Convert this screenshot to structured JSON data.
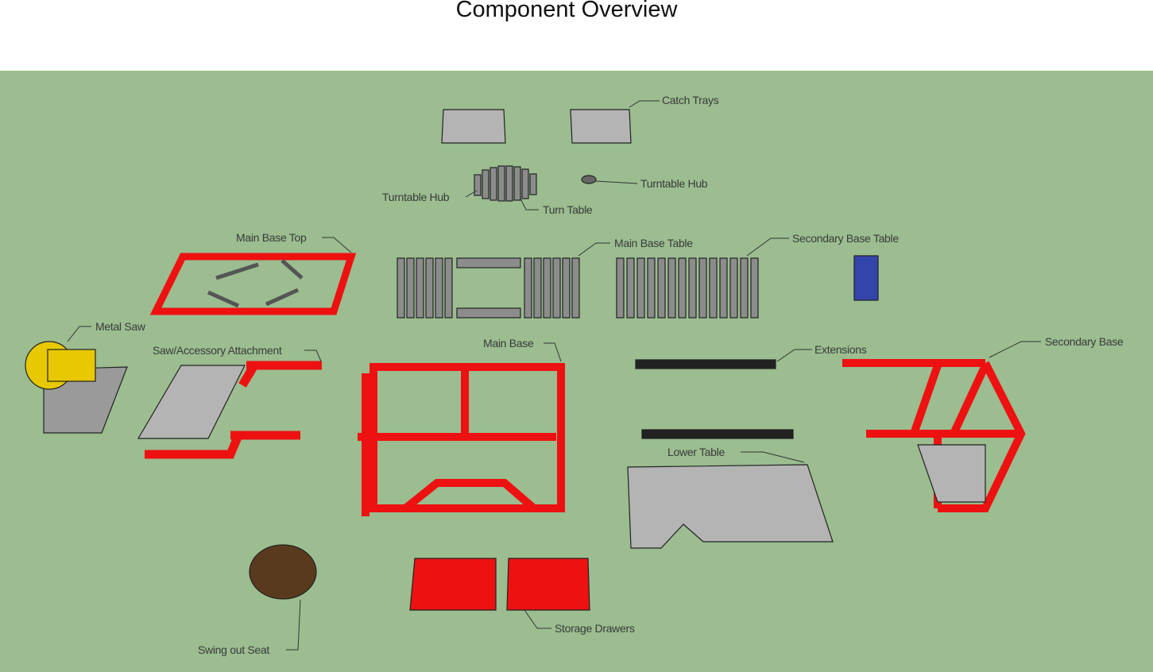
{
  "title": "Component Overview",
  "colors": {
    "background": "#9bbd90",
    "frame": "#ee1111",
    "panel": "#b4b4b4",
    "slat": "#8c8c8c"
  },
  "labels": {
    "catch_trays": "Catch Trays",
    "turntable_hub_left": "Turntable Hub",
    "turntable_hub_right": "Turntable Hub",
    "turn_table": "Turn Table",
    "main_base_top": "Main Base Top",
    "main_base_table": "Main Base Table",
    "secondary_base_table": "Secondary Base Table",
    "metal_saw": "Metal Saw",
    "saw_accessory_attachment": "Saw/Accessory Attachment",
    "main_base": "Main Base",
    "extensions": "Extensions",
    "secondary_base": "Secondary Base",
    "lower_table": "Lower Table",
    "swing_out_seat": "Swing out Seat",
    "storage_drawers": "Storage Drawers"
  }
}
